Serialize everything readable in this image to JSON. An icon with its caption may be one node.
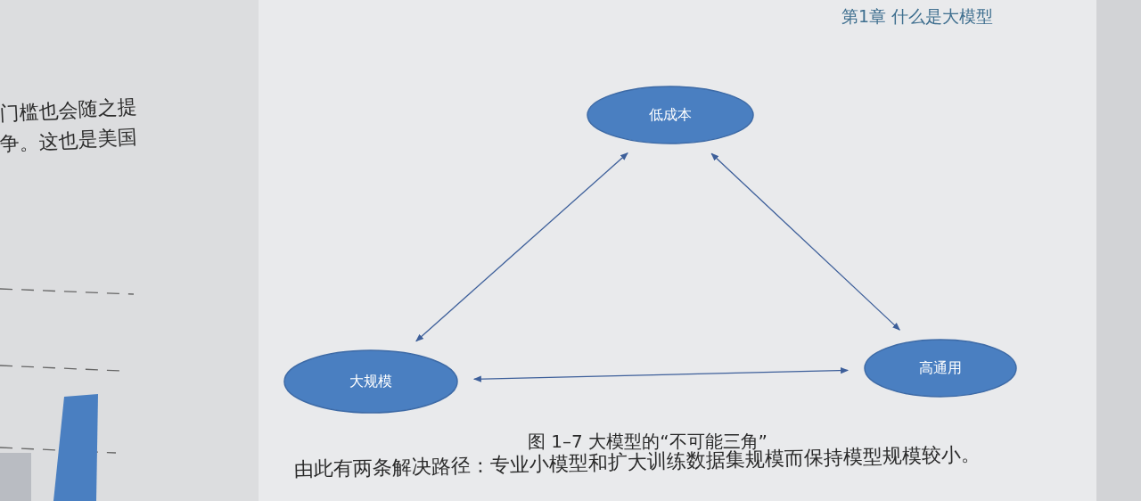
{
  "diagram": {
    "caption": "图 1–7  大模型的“不可能三角”",
    "nodes": [
      {
        "text": [
          "低成本"
        ]
      },
      {
        "text": [
          "大规模"
        ]
      },
      {
        "text": [
          "高通用"
        ]
      }
    ],
    "edges": [
      {
        "from": 1,
        "to": 0,
        "arrow": "both"
      },
      {
        "from": 0,
        "to": 2,
        "arrow": "both"
      },
      {
        "from": 1,
        "to": 2,
        "arrow": "both"
      }
    ],
    "labels": [
      "门槛也会随之提",
      "争。这也是美国",
      "第1章  什么是大模型",
      "由此有两条解决路径：专业小模型和扩大训练数据集规模而保持模型规模较小。"
    ]
  }
}
